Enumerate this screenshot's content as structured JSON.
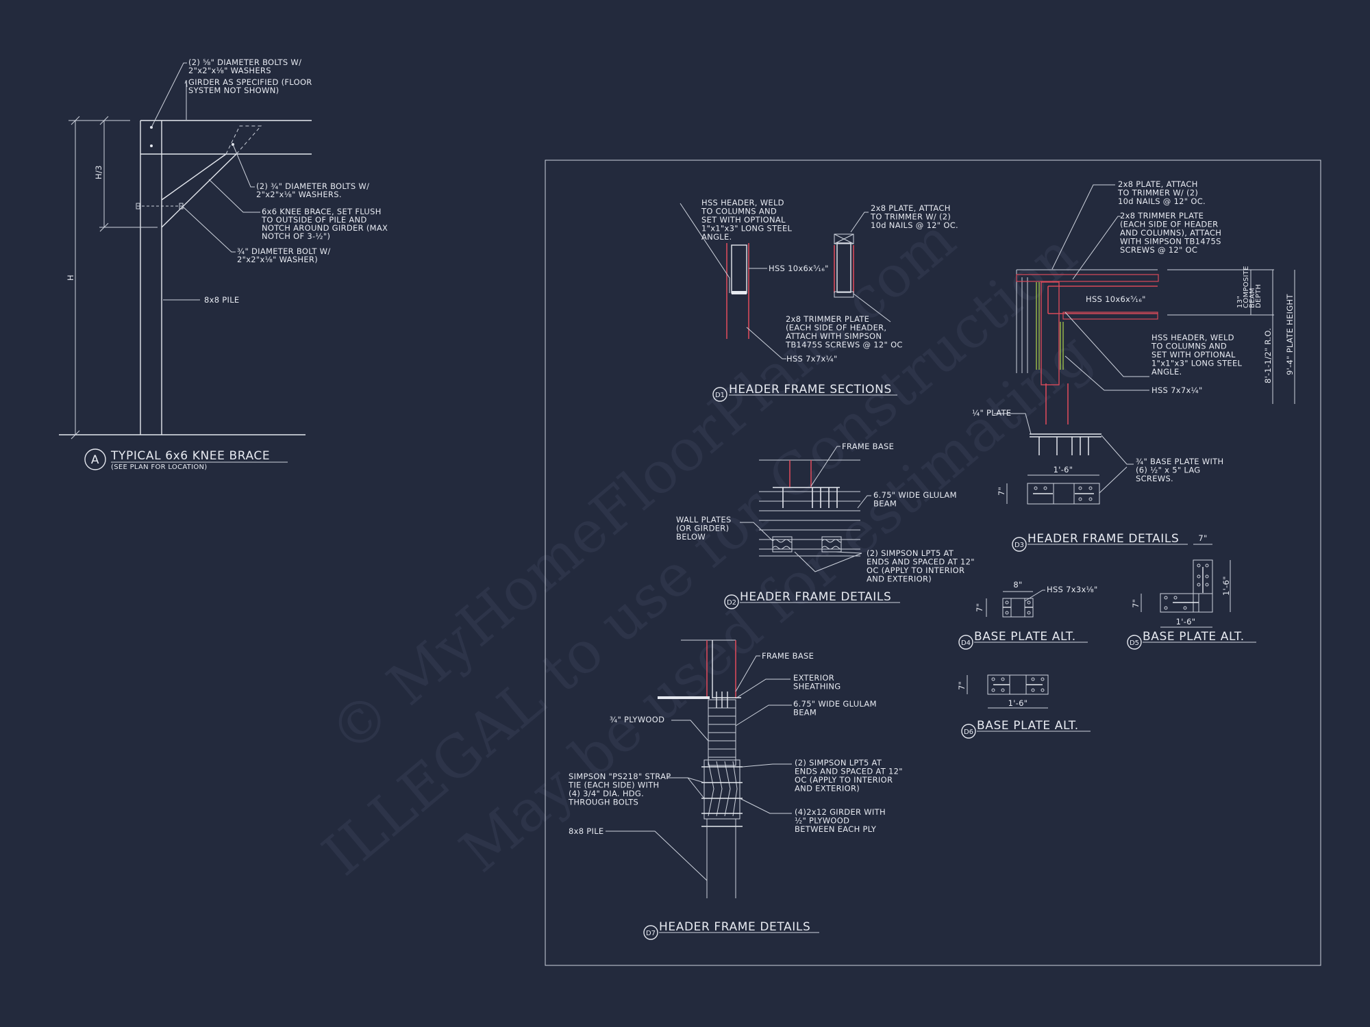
{
  "watermark": {
    "line1": "© MyHomeFloorPlans.com",
    "line2": "ILLEGAL to use for Construction",
    "line3": "May be used for estimating"
  },
  "detail_a": {
    "marker": "A",
    "title": "TYPICAL 6x6 KNEE BRACE",
    "subtitle": "(SEE PLAN FOR LOCATION)",
    "dim_h3": "H/3",
    "dim_h": "H",
    "notes": [
      [
        "(2) ⅝\" DIAMETER BOLTS W/",
        "2\"x2\"x⅛\" WASHERS"
      ],
      [
        "GIRDER AS SPECIFIED (FLOOR",
        "SYSTEM NOT SHOWN)"
      ],
      [
        "(2) ¾\" DIAMETER BOLTS W/",
        "2\"x2\"x⅛\" WASHERS."
      ],
      [
        "6x6 KNEE BRACE, SET FLUSH",
        "TO OUTSIDE OF PILE AND",
        "NOTCH AROUND GIRDER (MAX",
        "NOTCH OF 3-½\")"
      ],
      [
        "¾\" DIAMETER BOLT W/",
        "2\"x2\"x⅛\" WASHER)"
      ],
      [
        "8x8 PILE"
      ]
    ]
  },
  "d1": {
    "marker": "D1",
    "title": "HEADER FRAME SECTIONS",
    "notes": [
      [
        "HSS HEADER, WELD",
        "TO COLUMNS AND",
        "SET WITH OPTIONAL",
        "1\"x1\"x3\" LONG STEEL",
        "ANGLE."
      ],
      [
        "2x8 PLATE, ATTACH",
        "TO TRIMMER W/ (2)",
        "10d NAILS @ 12\" OC."
      ],
      [
        "HSS 10x6x⁵⁄₁₆\""
      ],
      [
        "2x8 TRIMMER PLATE",
        "(EACH SIDE OF HEADER,",
        "ATTACH WITH SIMPSON",
        "TB1475S SCREWS @ 12\" OC"
      ],
      [
        "HSS 7x7x¼\""
      ]
    ]
  },
  "d2": {
    "marker": "D2",
    "title": "HEADER FRAME DETAILS",
    "notes": [
      [
        "FRAME BASE"
      ],
      [
        "6.75\" WIDE GLULAM",
        "BEAM"
      ],
      [
        "WALL PLATES",
        "(OR GIRDER)",
        "BELOW"
      ],
      [
        "(2) SIMPSON LPT5 AT",
        "ENDS AND SPACED AT 12\"",
        "OC (APPLY TO INTERIOR",
        "AND EXTERIOR)"
      ]
    ]
  },
  "d3": {
    "marker": "D3",
    "title": "HEADER FRAME DETAILS",
    "notes": [
      [
        "2x8 PLATE, ATTACH",
        "TO TRIMMER W/ (2)",
        "10d NAILS @ 12\" OC."
      ],
      [
        "2x8 TRIMMER PLATE",
        "(EACH SIDE OF HEADER",
        "AND COLUMNS), ATTACH",
        "WITH SIMPSON TB1475S",
        "SCREWS @ 12\" OC"
      ],
      [
        "HSS 10x6x⁵⁄₁₆\""
      ],
      [
        "HSS HEADER, WELD",
        "TO COLUMNS AND",
        "SET WITH OPTIONAL",
        "1\"x1\"x3\" LONG STEEL",
        "ANGLE."
      ],
      [
        "HSS 7x7x¼\""
      ],
      [
        "¼\" PLATE"
      ],
      [
        "¾\" BASE PLATE WITH",
        "(6) ½\" x 5\" LAG",
        "SCREWS."
      ]
    ],
    "dim_width": "1'-6\"",
    "dim_height": "7\"",
    "dim_composite": [
      "13\"",
      "COMPOSITE",
      "BEAM",
      "DEPTH"
    ],
    "dim_ro": "8'-1-1/2\" R.O.",
    "dim_plate": "9'-4\" PLATE HEIGHT"
  },
  "d4": {
    "marker": "D4",
    "title": "BASE PLATE ALT.",
    "dim_width": "8\"",
    "dim_height": "7\"",
    "note": "HSS 7x3x⅛\""
  },
  "d5": {
    "marker": "D5",
    "title": "BASE PLATE ALT.",
    "dim_top": "7\"",
    "dim_side": "1'-6\"",
    "dim_height": "7\"",
    "dim_bottom": "1'-6\""
  },
  "d6": {
    "marker": "D6",
    "title": "BASE PLATE ALT.",
    "dim_height": "7\"",
    "dim_width": "1'-6\""
  },
  "d7": {
    "marker": "D7",
    "title": "HEADER FRAME DETAILS",
    "notes": [
      [
        "FRAME BASE"
      ],
      [
        "EXTERIOR",
        "SHEATHING"
      ],
      [
        "6.75\" WIDE GLULAM",
        "BEAM"
      ],
      [
        "¾\" PLYWOOD"
      ],
      [
        "(2) SIMPSON LPT5 AT",
        "ENDS AND SPACED AT 12\"",
        "OC (APPLY TO INTERIOR",
        "AND EXTERIOR)"
      ],
      [
        "SIMPSON \"PS218\" STRAP",
        "TIE (EACH SIDE) WITH",
        "(4) 3/4\" DIA. HDG.",
        "THROUGH BOLTS"
      ],
      [
        "(4)2x12 GIRDER WITH",
        "½\" PLYWOOD",
        "BETWEEN EACH PLY"
      ],
      [
        "8x8 PILE"
      ]
    ]
  },
  "colors": {
    "background": "#232a3d",
    "linework": "#e6e9f0",
    "steel": "#d84a5a",
    "wood": "#9fc04a",
    "watermark": "#2d3449"
  }
}
